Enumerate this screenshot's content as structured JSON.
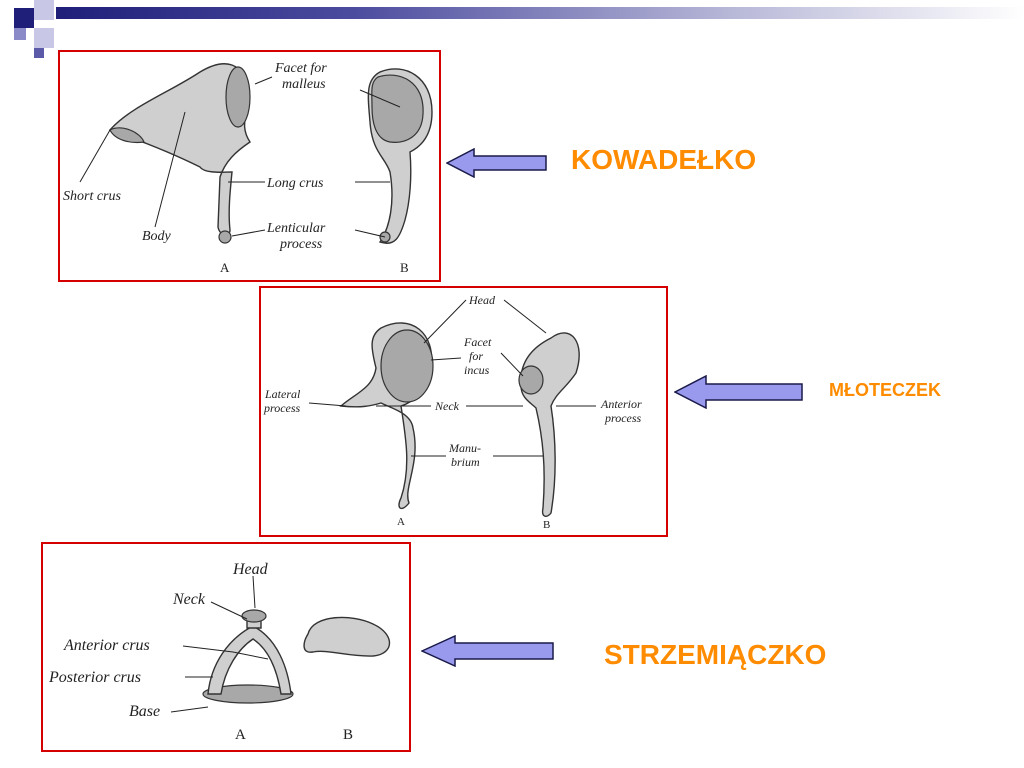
{
  "incus": {
    "name": "KOWADEŁKO",
    "labels": {
      "facet_line1": "Facet for",
      "facet_line2": "malleus",
      "short_crus": "Short crus",
      "long_crus": "Long crus",
      "body": "Body",
      "lenticular_line1": "Lenticular",
      "lenticular_line2": "process",
      "view_a": "A",
      "view_b": "B"
    }
  },
  "malleus": {
    "name": "MŁOTECZEK",
    "labels": {
      "head": "Head",
      "facet_line1": "Facet",
      "facet_line2": "for",
      "facet_line3": "incus",
      "lateral_line1": "Lateral",
      "lateral_line2": "process",
      "neck": "Neck",
      "anterior_line1": "Anterior",
      "anterior_line2": "process",
      "manubrium_line1": "Manu-",
      "manubrium_line2": "brium",
      "view_a": "A",
      "view_b": "B"
    }
  },
  "stapes": {
    "name": "STRZEMIĄCZKO",
    "labels": {
      "head": "Head",
      "neck": "Neck",
      "anterior_crus": "Anterior crus",
      "posterior_crus": "Posterior crus",
      "base": "Base",
      "view_a": "A",
      "view_b": "B"
    }
  },
  "colors": {
    "panel_border": "#d40000",
    "name_text": "#ff8c00",
    "arrow_fill": "#9999ee",
    "arrow_stroke": "#1a1a4a",
    "title_bar": "#1f1f7a"
  }
}
